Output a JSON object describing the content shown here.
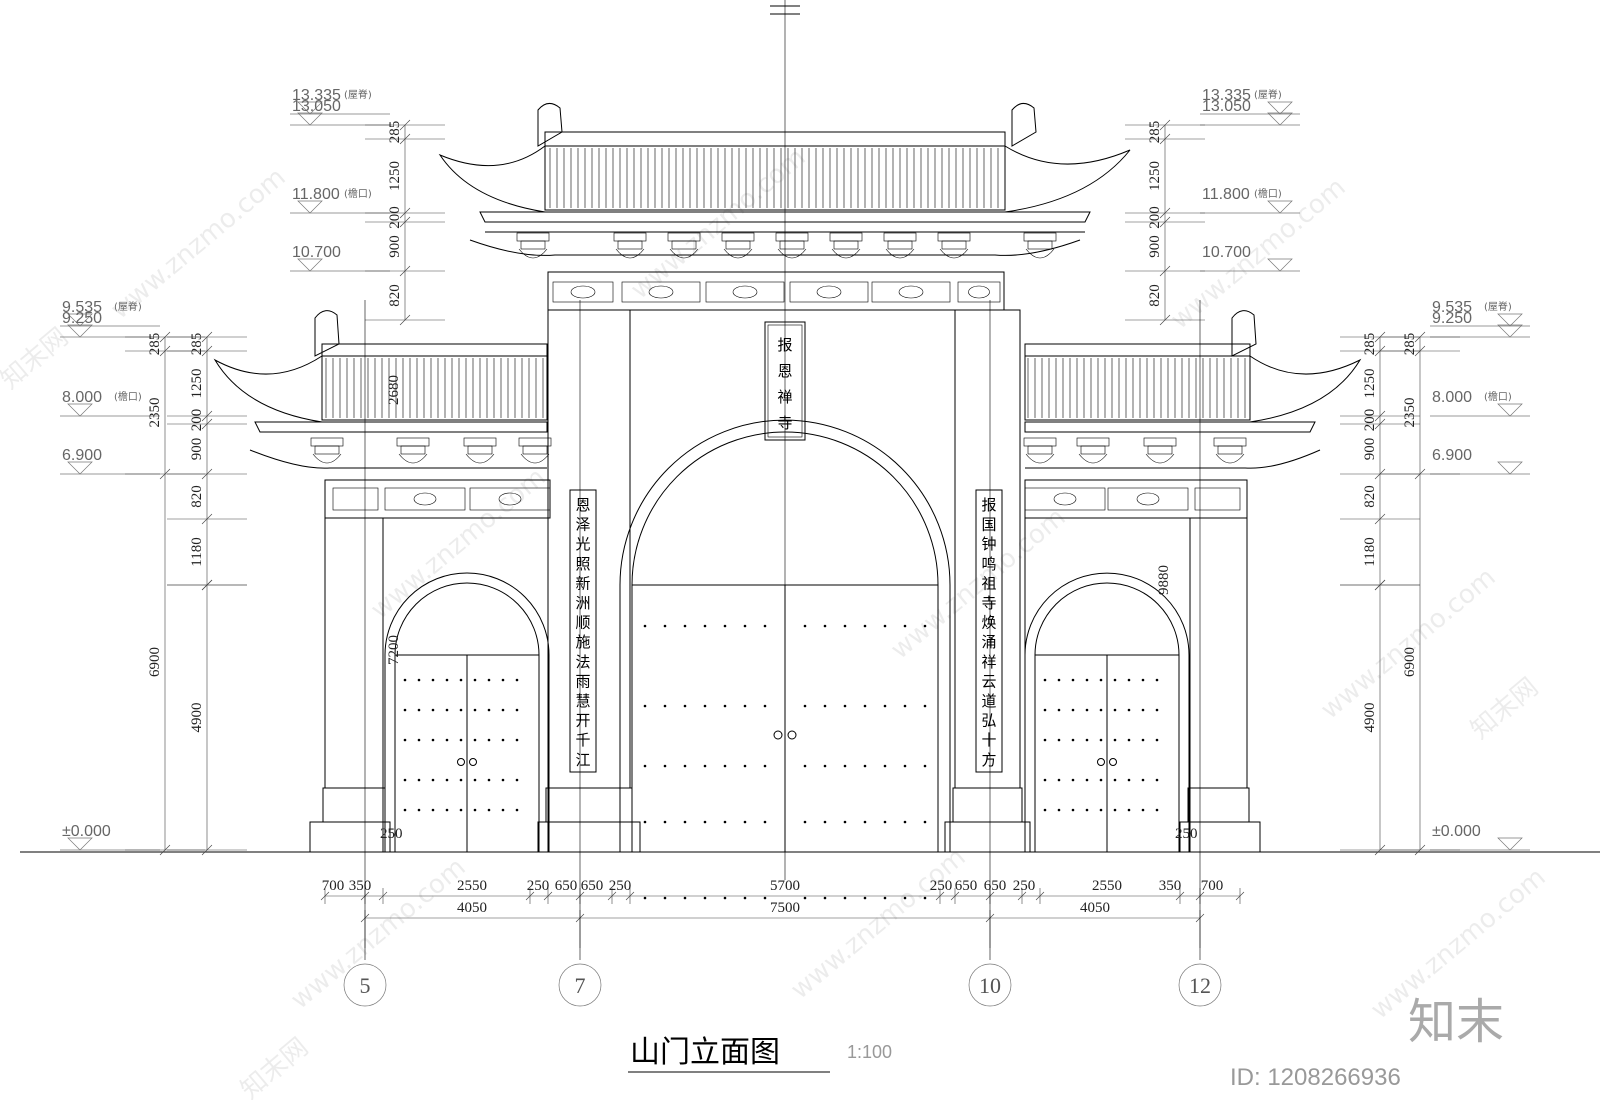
{
  "drawing": {
    "title": "山门立面图",
    "scale": "1:100",
    "brand": "知末",
    "id_label": "ID: 1208266936",
    "watermark": "www.znzmo.com",
    "watermark_cn": "知末网"
  },
  "plaques": {
    "main": [
      "报",
      "恩",
      "禅",
      "寺"
    ],
    "left_couplet": [
      "恩",
      "泽",
      "光",
      "照",
      "新",
      "洲",
      "顺",
      "施",
      "法",
      "雨",
      "慧",
      "开",
      "千",
      "江"
    ],
    "right_couplet": [
      "报",
      "国",
      "钟",
      "鸣",
      "祖",
      "寺",
      "焕",
      "涌",
      "祥",
      "云",
      "道",
      "弘",
      "十",
      "方"
    ]
  },
  "levels": {
    "center": [
      {
        "value": "13.335",
        "note": "(屋脊)"
      },
      {
        "value": "13.050",
        "note": ""
      },
      {
        "value": "11.800",
        "note": "(檐口)"
      },
      {
        "value": "10.700",
        "note": ""
      }
    ],
    "side": [
      {
        "value": "9.535",
        "note": "(屋脊)"
      },
      {
        "value": "9.250",
        "note": ""
      },
      {
        "value": "8.000",
        "note": "(檐口)"
      },
      {
        "value": "6.900",
        "note": ""
      },
      {
        "value": "±0.000",
        "note": ""
      }
    ]
  },
  "vertical_dims": {
    "center": [
      "285",
      "1250",
      "200",
      "900",
      "820"
    ],
    "side": [
      "285",
      "1250",
      "200",
      "900",
      "820",
      "1180"
    ],
    "side_outer": [
      "285",
      "2350",
      "6900"
    ],
    "side_inner": [
      "4900"
    ],
    "misc": [
      "2680",
      "7200",
      "9880",
      "250"
    ]
  },
  "horizontal_dims": {
    "row1": [
      "700",
      "350",
      "2550",
      "250",
      "650",
      "650",
      "250",
      "5700",
      "250",
      "650",
      "650",
      "250",
      "2550",
      "350",
      "700"
    ],
    "row2": [
      "4050",
      "7500",
      "4050"
    ]
  },
  "axes": [
    "5",
    "7",
    "10",
    "12"
  ]
}
